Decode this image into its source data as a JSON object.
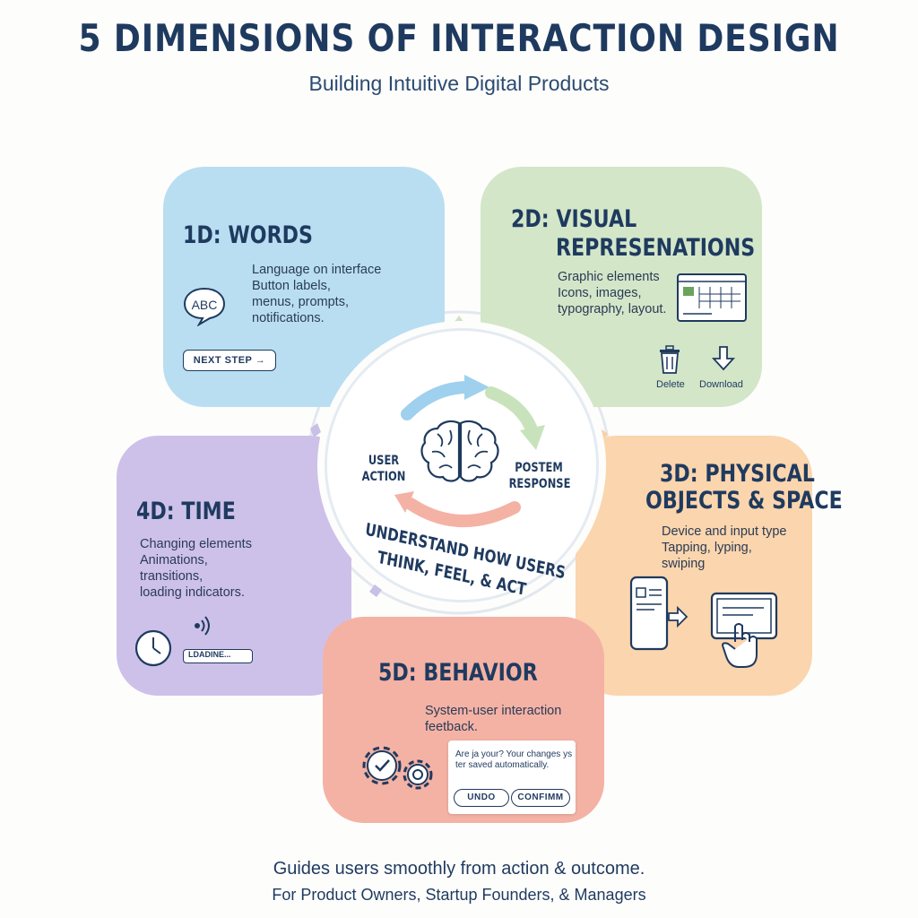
{
  "header": {
    "title": "5 DIMENSIONS OF INTERACTION DESIGN",
    "subtitle": "Building Intuitive Digital Products"
  },
  "cards": {
    "words": {
      "title": "1D: WORDS",
      "lines": [
        "Language on interface",
        "Button labels,",
        "menus, prompts,",
        "notifications."
      ],
      "bubble": "ABC",
      "button": "NEXT STEP →"
    },
    "visual": {
      "title_line1": "2D: VISUAL",
      "title_line2": "REPRESENATIONS",
      "lines": [
        "Graphic elements",
        "Icons, images,",
        "typography, layout."
      ],
      "delete_label": "Delete",
      "download_label": "Download"
    },
    "physical": {
      "title_line1": "3D: PHYSICAL",
      "title_line2": "OBJECTS & SPACE",
      "lines": [
        "Device and input type",
        "Tapping, lyping,",
        "swiping"
      ]
    },
    "time": {
      "title": "4D: TIME",
      "lines": [
        "Changing elements",
        "Animations,",
        "transitions,",
        "loading indicators."
      ],
      "loading": "LDADINE..."
    },
    "behavior": {
      "title": "5D: BEHAVIOR",
      "lines": [
        "System-user interaction",
        "feetback."
      ],
      "dialog_line1": "Are ja your? Your changes ys",
      "dialog_line2": "ter saved automatically.",
      "undo": "UNDO",
      "confirm": "CONFIMM"
    }
  },
  "hub": {
    "left_label_1": "USER",
    "left_label_2": "ACTION",
    "right_label_1": "POSTEM",
    "right_label_2": "RESPONSE",
    "slogan_1": "UNDERSTAND HOW USERS",
    "slogan_2": "THINK, FEEL, & ACT"
  },
  "footer": {
    "line1": "Guides users smoothly from action & outcome.",
    "line2": "For Product Owners, Startup Founders, & Managers"
  },
  "colors": {
    "navy": "#1f3a5f",
    "words": "#b9def2",
    "visual": "#d3e6c8",
    "physical": "#fbd5ad",
    "time": "#cdc1ea",
    "behavior": "#f4b2a5"
  }
}
